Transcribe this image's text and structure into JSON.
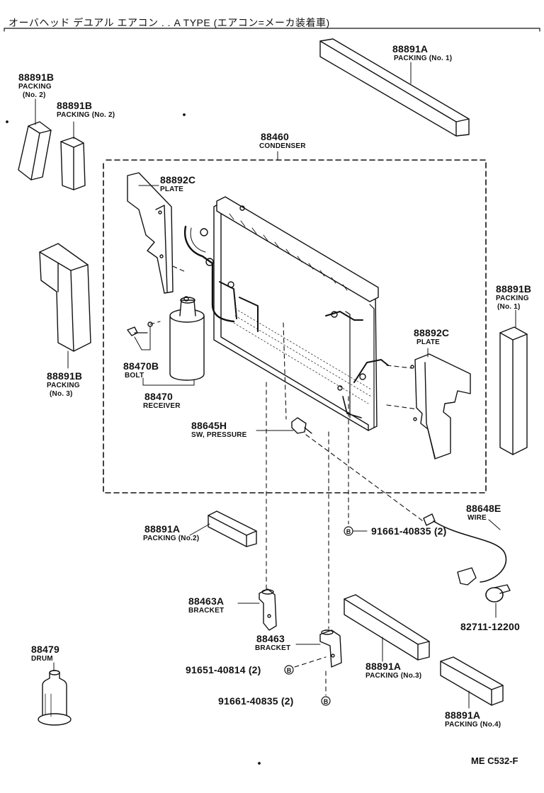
{
  "title": "オーバヘッド デユアル エアコン . . A TYPE (エアコン=メーカ装着車)",
  "figure_code": "ME C532-F",
  "bolt_marker": "B",
  "parts": {
    "packing_no1_top": {
      "number": "88891A",
      "name": "PACKING (No. 1)"
    },
    "packing_no2_a": {
      "number": "88891B",
      "name1": "PACKING",
      "name2": "(No. 2)"
    },
    "packing_no2_b": {
      "number": "88891B",
      "name": "PACKING (No. 2)"
    },
    "condenser": {
      "number": "88460",
      "name": "CONDENSER"
    },
    "plate_left": {
      "number": "88892C",
      "name": "PLATE"
    },
    "packing_no3_left": {
      "number": "88891B",
      "name1": "PACKING",
      "name2": "(No. 3)"
    },
    "bolt": {
      "number": "88470B",
      "name": "BOLT"
    },
    "receiver": {
      "number": "88470",
      "name": "RECEIVER"
    },
    "plate_right": {
      "number": "88892C",
      "name": "PLATE"
    },
    "packing_no1_right": {
      "number": "88891B",
      "name1": "PACKING",
      "name2": "(No. 1)"
    },
    "sw_pressure": {
      "number": "88645H",
      "name": "SW, PRESSURE"
    },
    "wire": {
      "number": "88648E",
      "name": "WIRE"
    },
    "packing_no2_mid": {
      "number": "88891A",
      "name": "PACKING (No.2)"
    },
    "bolt_91661_upper": {
      "number": "91661-40835 (2)"
    },
    "bracket_a": {
      "number": "88463A",
      "name": "BRACKET"
    },
    "clamp": {
      "number": "82711-12200"
    },
    "bracket": {
      "number": "88463",
      "name": "BRACKET"
    },
    "drum": {
      "number": "88479",
      "name": "DRUM"
    },
    "bolt_91651": {
      "number": "91651-40814 (2)"
    },
    "packing_no3_mid": {
      "number": "88891A",
      "name": "PACKING (No.3)"
    },
    "bolt_91661_lower": {
      "number": "91661-40835 (2)"
    },
    "packing_no4": {
      "number": "88891A",
      "name": "PACKING (No.4)"
    }
  }
}
